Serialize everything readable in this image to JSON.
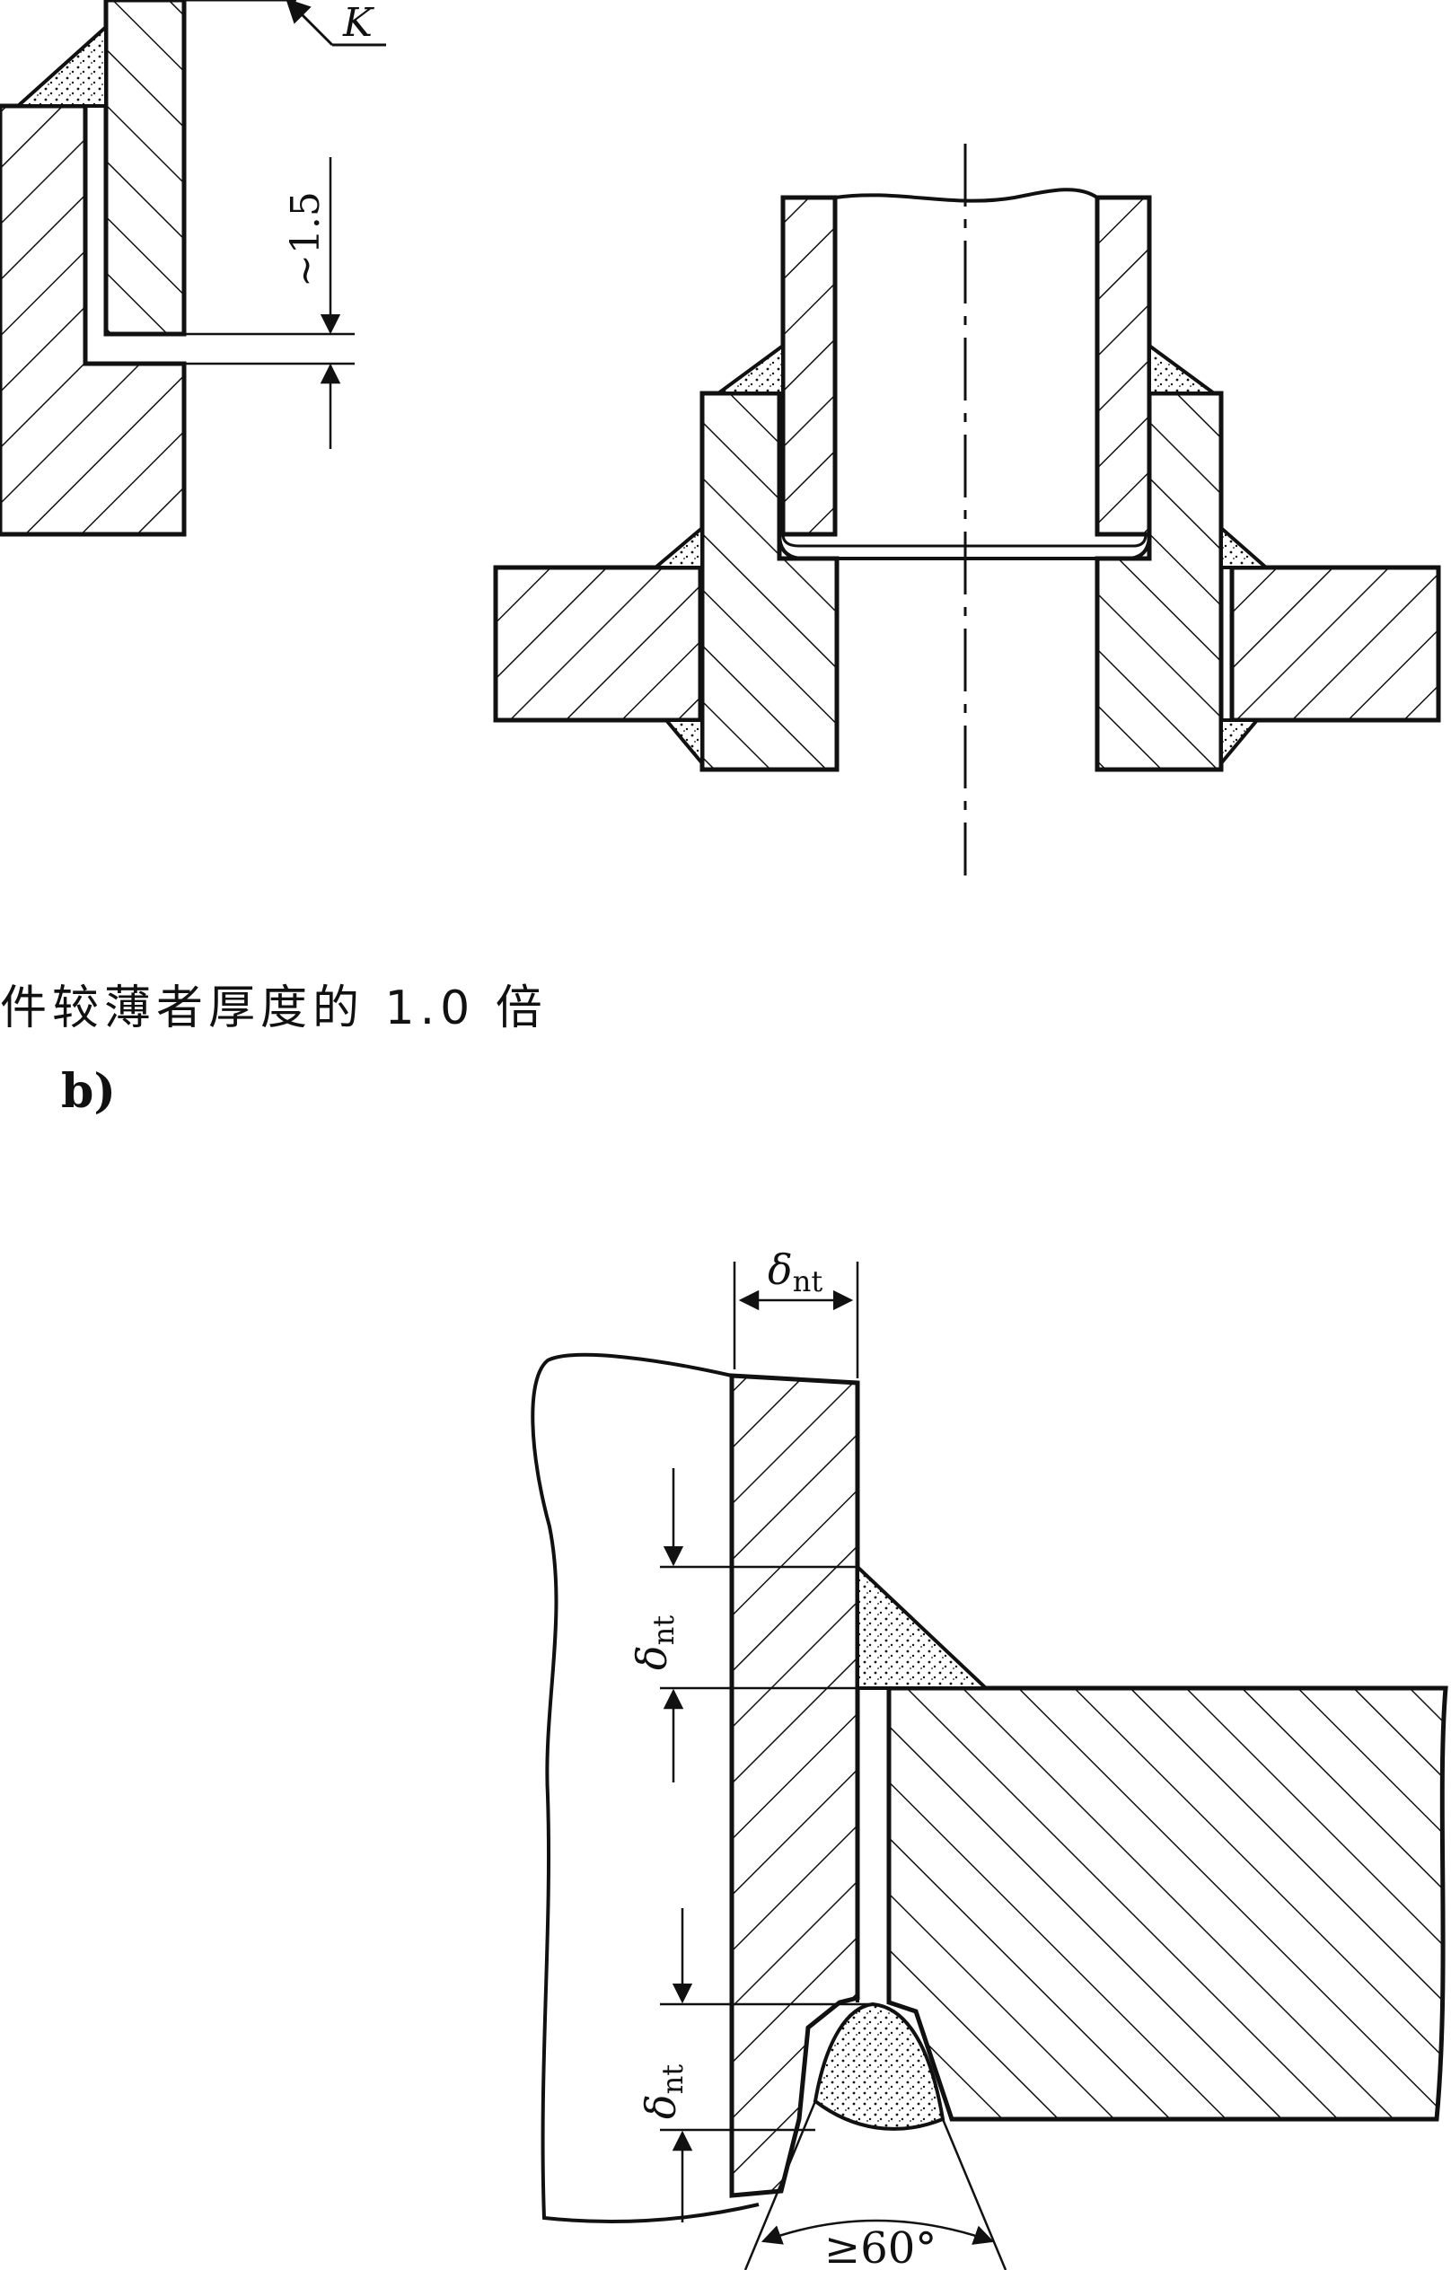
{
  "caption": {
    "text": "件较薄者厚度的 1.0 倍"
  },
  "figure_b": {
    "label": "b)"
  },
  "dimensions": {
    "k_label": "K",
    "gap_label": "~1.5",
    "delta": "δ",
    "delta_sub": "nt",
    "angle_label": "≥60°"
  }
}
